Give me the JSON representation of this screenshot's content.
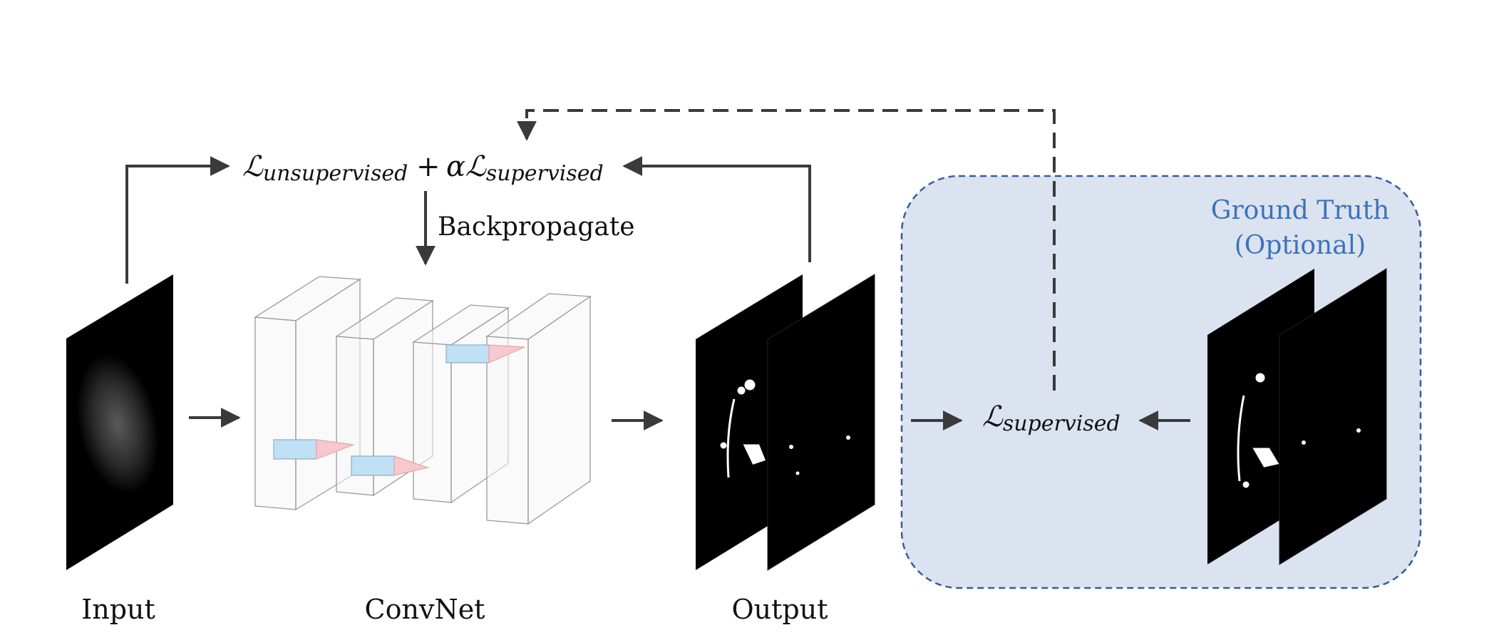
{
  "loss": {
    "script_l": "ℒ",
    "unsup_sub": "unsupervised",
    "plus": "+",
    "alpha": "α",
    "sup_sub": "supervised"
  },
  "backprop_label": "Backpropagate",
  "supervised_loss": {
    "script_l": "ℒ",
    "sub": "supervised"
  },
  "ground_truth": {
    "line1": "Ground Truth",
    "line2": "(Optional)",
    "color": "#3b73b9",
    "panel_fill": "#dbe3f0",
    "panel_stroke": "#3b5b9a"
  },
  "labels": {
    "input": "Input",
    "convnet": "ConvNet",
    "output": "Output"
  },
  "colors": {
    "arrow": "#3a3a3a",
    "kernel_blue": "#bfe0f5",
    "kernel_pink": "#f6c9cc"
  }
}
